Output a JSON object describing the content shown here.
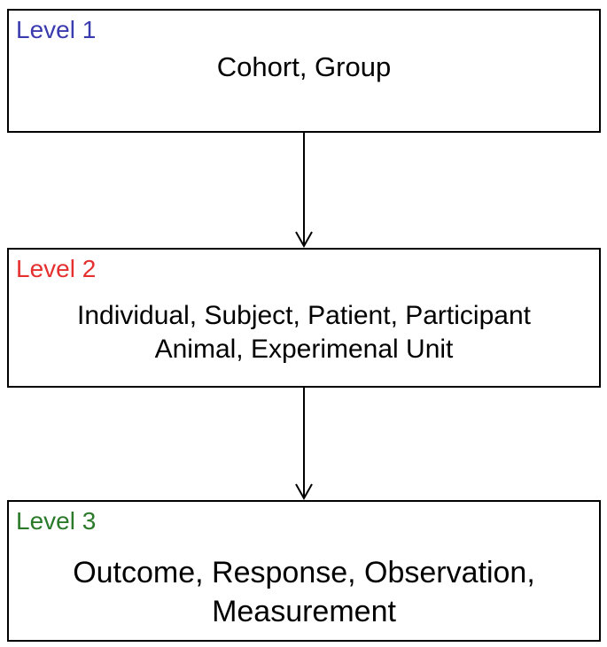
{
  "colors": {
    "level_1": "#3b3bb0",
    "level_2": "#e53030",
    "level_3": "#2a7a2a",
    "border": "#000000"
  },
  "levels": [
    {
      "label": "Level 1",
      "lines": [
        "Cohort, Group"
      ]
    },
    {
      "label": "Level 2",
      "lines": [
        "Individual, Subject, Patient, Participant",
        "Animal, Experimenal Unit"
      ]
    },
    {
      "label": "Level 3",
      "lines": [
        "Outcome, Response, Observation,",
        "Measurement"
      ]
    }
  ]
}
